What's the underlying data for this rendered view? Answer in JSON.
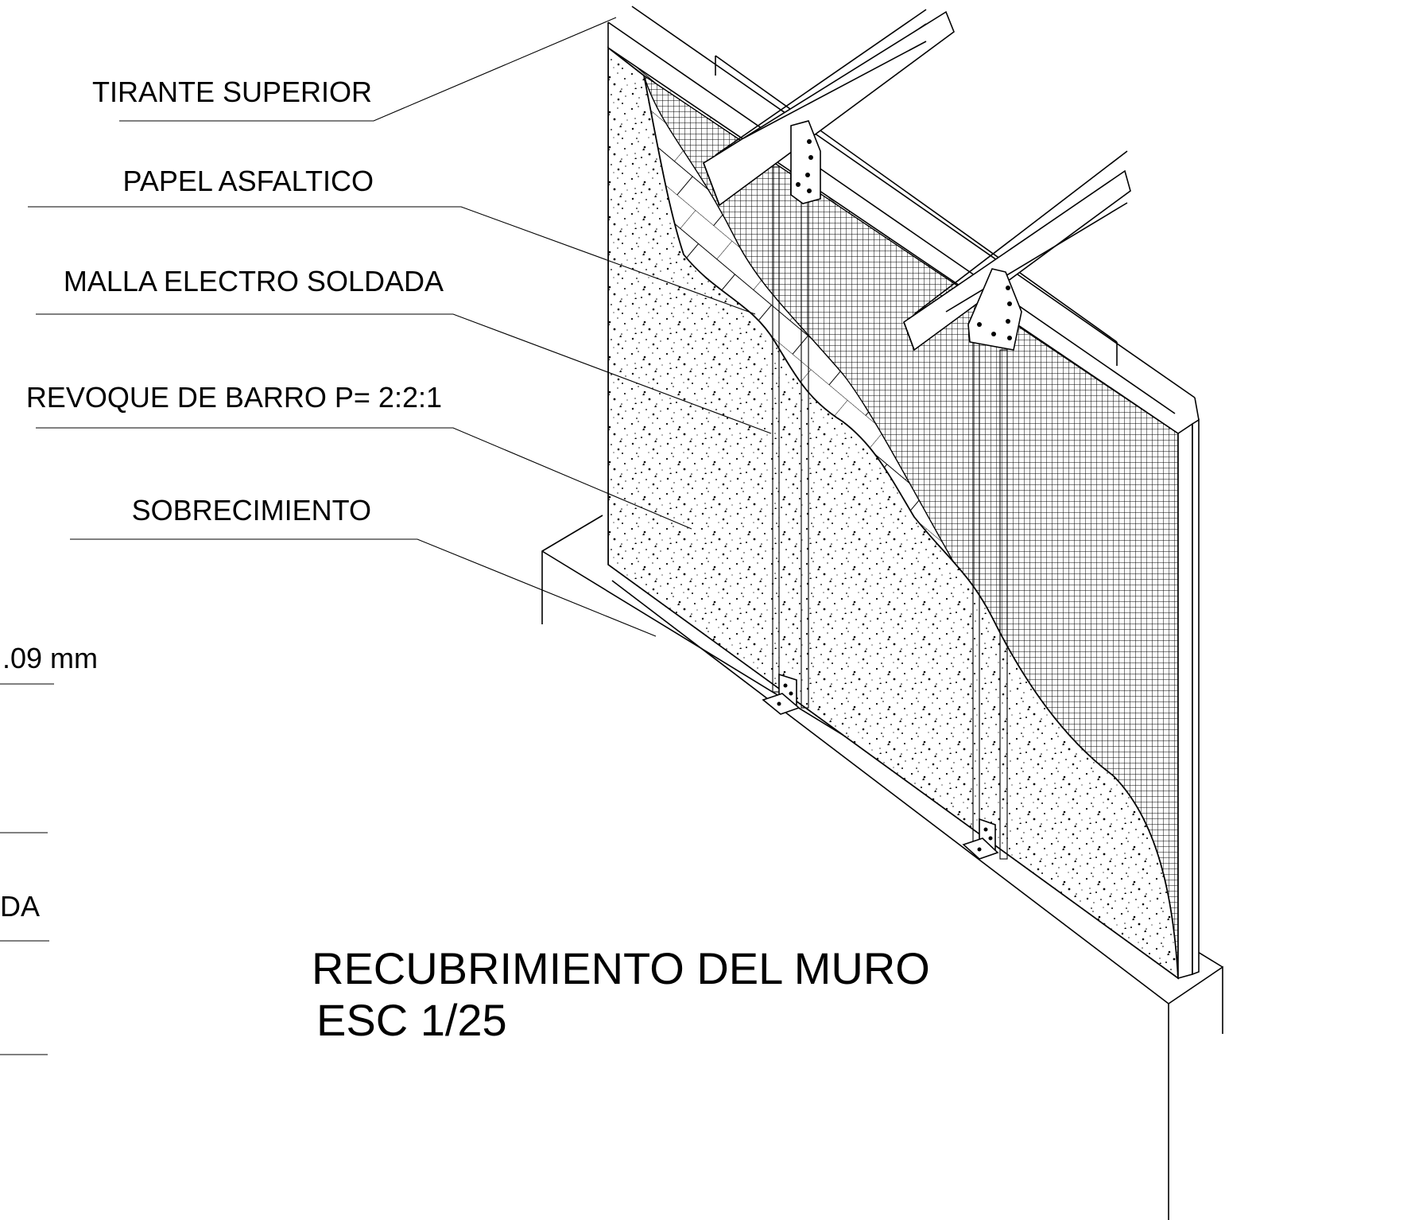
{
  "labels": {
    "tirante_superior": "TIRANTE SUPERIOR",
    "papel_asfaltico": "PAPEL ASFALTICO",
    "malla_electro_soldada": "MALLA ELECTRO SOLDADA",
    "revoque_de_barro": "REVOQUE DE BARRO P= 2:2:1",
    "sobrecimiento": "SOBRECIMIENTO"
  },
  "left_fragments": {
    "mm": ".09 mm",
    "da": "DA"
  },
  "title": {
    "line1": "RECUBRIMIENTO DEL  MURO",
    "line2": "ESC 1/25"
  },
  "colors": {
    "ink": "#000000",
    "paper": "#ffffff"
  }
}
